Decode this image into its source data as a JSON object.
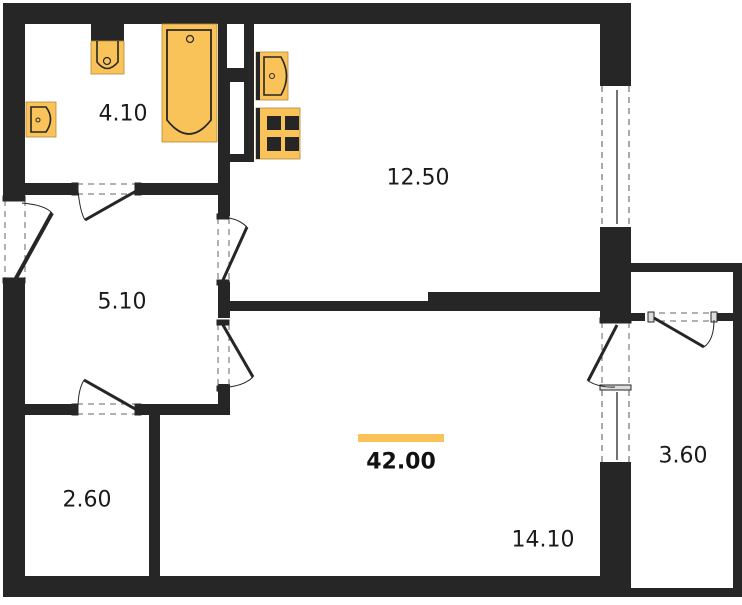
{
  "plan": {
    "total_area": "42.00",
    "accent_color": "#f9c35a",
    "wall_color": "#262626",
    "rooms": [
      {
        "id": "bathroom",
        "area": "4.10"
      },
      {
        "id": "kitchen",
        "area": "12.50"
      },
      {
        "id": "hallway",
        "area": "5.10"
      },
      {
        "id": "storage",
        "area": "2.60"
      },
      {
        "id": "living-room",
        "area": "14.10"
      },
      {
        "id": "balcony",
        "area": "3.60"
      }
    ],
    "fixtures": [
      "toilet-icon",
      "bathtub-icon",
      "washbasin-icon",
      "kitchen-sink-icon",
      "stove-icon"
    ]
  }
}
